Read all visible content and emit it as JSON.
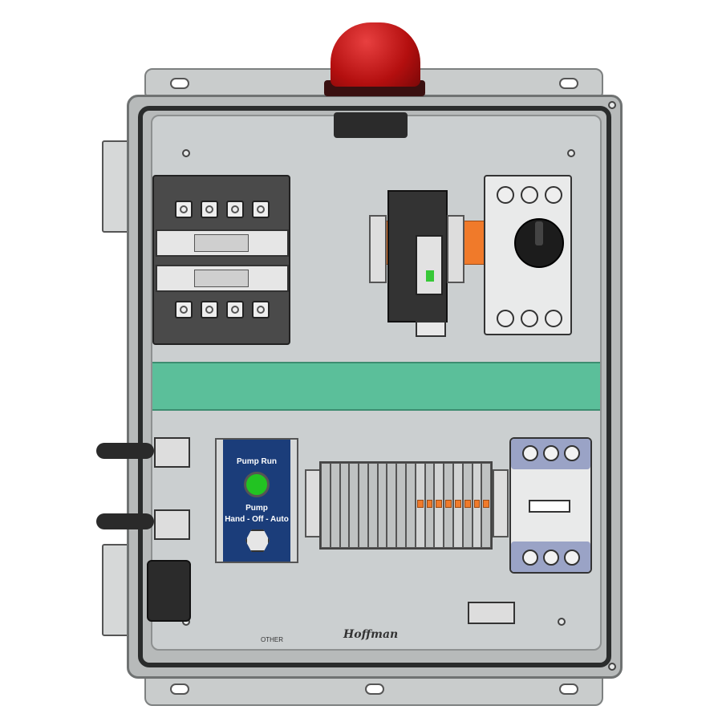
{
  "hoa_panel": {
    "indicator_label": "Pump Run",
    "switch_label_line1": "Pump",
    "switch_label_line2": "Hand - Off - Auto",
    "indicator_color": "#22c322",
    "panel_color": "#1b3d7a"
  },
  "enclosure": {
    "brand_logo": "Hoffman",
    "mold_mark": "OTHER"
  },
  "beacon": {
    "color": "#c81414"
  },
  "divider_strip": {
    "color": "#5bbf9a"
  }
}
